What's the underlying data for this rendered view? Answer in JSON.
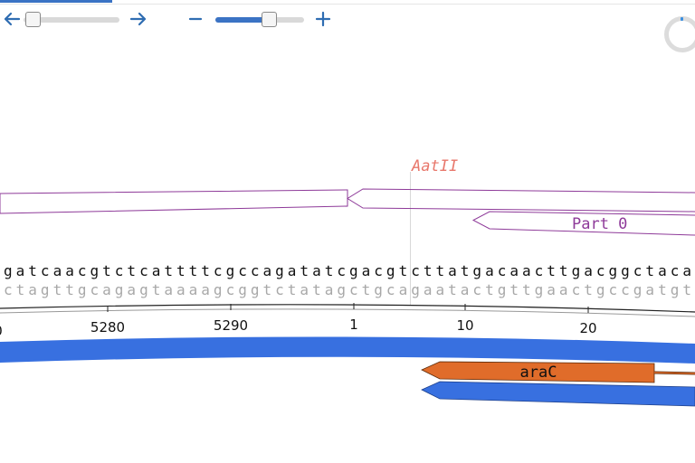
{
  "toolbar": {
    "scroll_left_icon": "arrow-left-icon",
    "scroll_right_icon": "arrow-right-icon",
    "zoom_out_icon": "minus-icon",
    "zoom_in_icon": "plus-icon",
    "scroll_position": 0.02,
    "zoom_level": 0.63
  },
  "loading": {
    "icon": "spinner-icon"
  },
  "annotations": {
    "enzyme": {
      "name": "AatII",
      "color": "#e8776b"
    },
    "feature_label": "Part 0",
    "feature_color": "#8e3a99",
    "gene_label": "araC",
    "gene_color": "#e06c2a",
    "bar_color": "#3870e0"
  },
  "sequence": {
    "top": "gatcaacgtctcattttcgccagatatcgacgtcttatgacaacttgacggctaca",
    "bottom": "ctagttgcagagtaaaagcggtctatagctgcagaatactgttgaactgccgatgt"
  },
  "ruler": {
    "ticks": [
      "0",
      "5280",
      "5290",
      "1",
      "10",
      "20"
    ]
  }
}
